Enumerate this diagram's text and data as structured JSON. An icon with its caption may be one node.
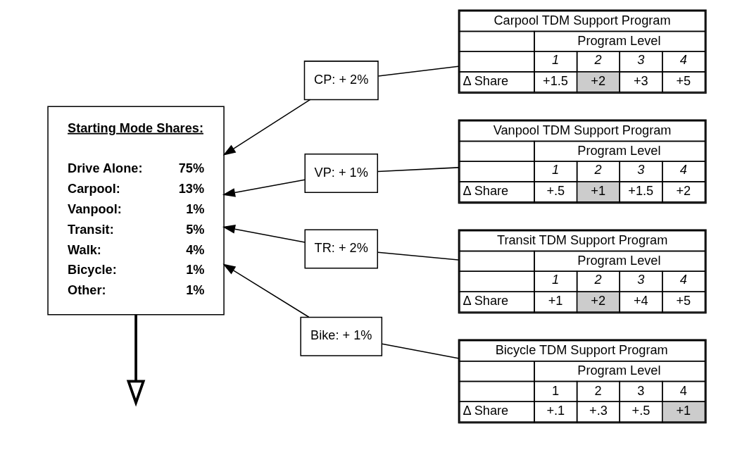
{
  "diagram": {
    "nodes": [
      {
        "text": [
          "Starting Mode Shares:",
          "Drive Alone:",
          "75%",
          "Carpool:",
          "13%",
          "Vanpool:",
          "1%",
          "Transit:",
          "5%",
          "Walk:",
          "4%",
          "Bicycle:",
          "1%",
          "Other:",
          "1%"
        ]
      },
      {
        "text": [
          "CP: + 2%"
        ]
      },
      {
        "text": [
          "VP: + 1%"
        ]
      },
      {
        "text": [
          "TR: + 2%"
        ]
      },
      {
        "text": [
          "Bike: + 1%"
        ]
      },
      {
        "text": [
          "Carpool TDM Support Program",
          "Program Level",
          "1",
          "2",
          "3",
          "4",
          "Δ Share",
          "+1.5",
          "+2",
          "+3",
          "+5"
        ]
      },
      {
        "text": [
          "Vanpool TDM Support Program",
          "Program Level",
          "1",
          "2",
          "3",
          "4",
          "Δ Share",
          "+.5",
          "+1",
          "+1.5",
          "+2"
        ]
      },
      {
        "text": [
          "Transit TDM Support Program",
          "Program Level",
          "1",
          "2",
          "3",
          "4",
          "Δ Share",
          "+1",
          "+2",
          "+4",
          "+5"
        ]
      },
      {
        "text": [
          "Bicycle TDM Support Program",
          "Program Level",
          "1",
          "2",
          "3",
          "4",
          "Δ Share",
          "+.1",
          "+.3",
          "+.5",
          "+1"
        ]
      }
    ],
    "edges": [
      {
        "from": 5,
        "to": 1,
        "arrow": "none"
      },
      {
        "from": 6,
        "to": 2,
        "arrow": "none"
      },
      {
        "from": 7,
        "to": 3,
        "arrow": "none"
      },
      {
        "from": 8,
        "to": 4,
        "arrow": "none"
      },
      {
        "from": 1,
        "to": 0,
        "arrow": "to"
      },
      {
        "from": 2,
        "to": 0,
        "arrow": "to"
      },
      {
        "from": 3,
        "to": 0,
        "arrow": "to"
      },
      {
        "from": 4,
        "to": 0,
        "arrow": "to"
      },
      {
        "from": 0,
        "to": null,
        "arrow": "to",
        "style": "thick"
      }
    ]
  }
}
